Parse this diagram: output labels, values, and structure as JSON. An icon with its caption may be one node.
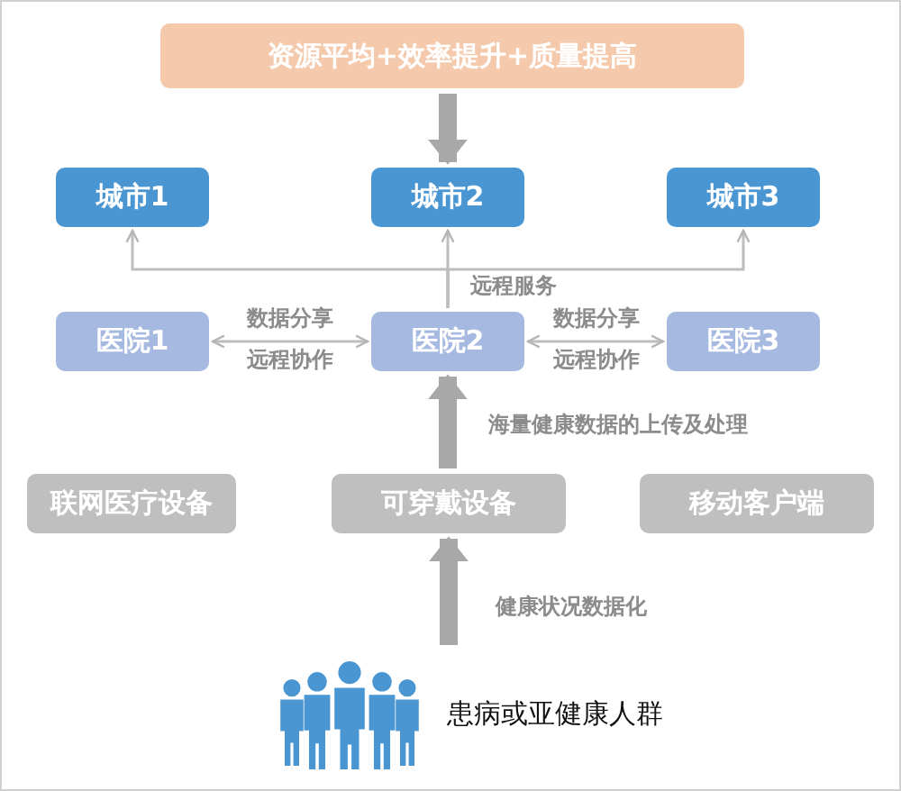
{
  "diagram": {
    "nodes": [
      {
        "text": [
          "资源平均+效率提升+质量提高"
        ]
      },
      {
        "text": [
          "城市1"
        ]
      },
      {
        "text": [
          "城市2"
        ]
      },
      {
        "text": [
          "城市3"
        ]
      },
      {
        "text": [
          "医院1"
        ]
      },
      {
        "text": [
          "医院2"
        ]
      },
      {
        "text": [
          "医院3"
        ]
      },
      {
        "text": [
          "联网医疗设备"
        ]
      },
      {
        "text": [
          "可穿戴设备"
        ]
      },
      {
        "text": [
          "移动客户端"
        ]
      },
      {
        "text": [
          "患病或亚健康人群"
        ]
      }
    ],
    "edges": [
      {
        "from": 0,
        "to": 2,
        "arrow": "to",
        "style": "thick"
      },
      {
        "from": 5,
        "to": 1,
        "arrow": "to"
      },
      {
        "from": 5,
        "to": 2,
        "arrow": "to",
        "label": "远程服务"
      },
      {
        "from": 5,
        "to": 3,
        "arrow": "to"
      },
      {
        "from": 4,
        "to": 5,
        "arrow": "both",
        "label": "数据分享"
      },
      {
        "from": 5,
        "to": 6,
        "arrow": "both",
        "label": "数据分享"
      },
      {
        "from": 8,
        "to": 5,
        "arrow": "to",
        "style": "thick",
        "label": "海量健康数据的上传及处理"
      },
      {
        "from": 10,
        "to": 8,
        "arrow": "to",
        "style": "thick",
        "label": "健康状况数据化"
      }
    ],
    "labels": [
      "远程协作",
      "远程协作"
    ]
  }
}
